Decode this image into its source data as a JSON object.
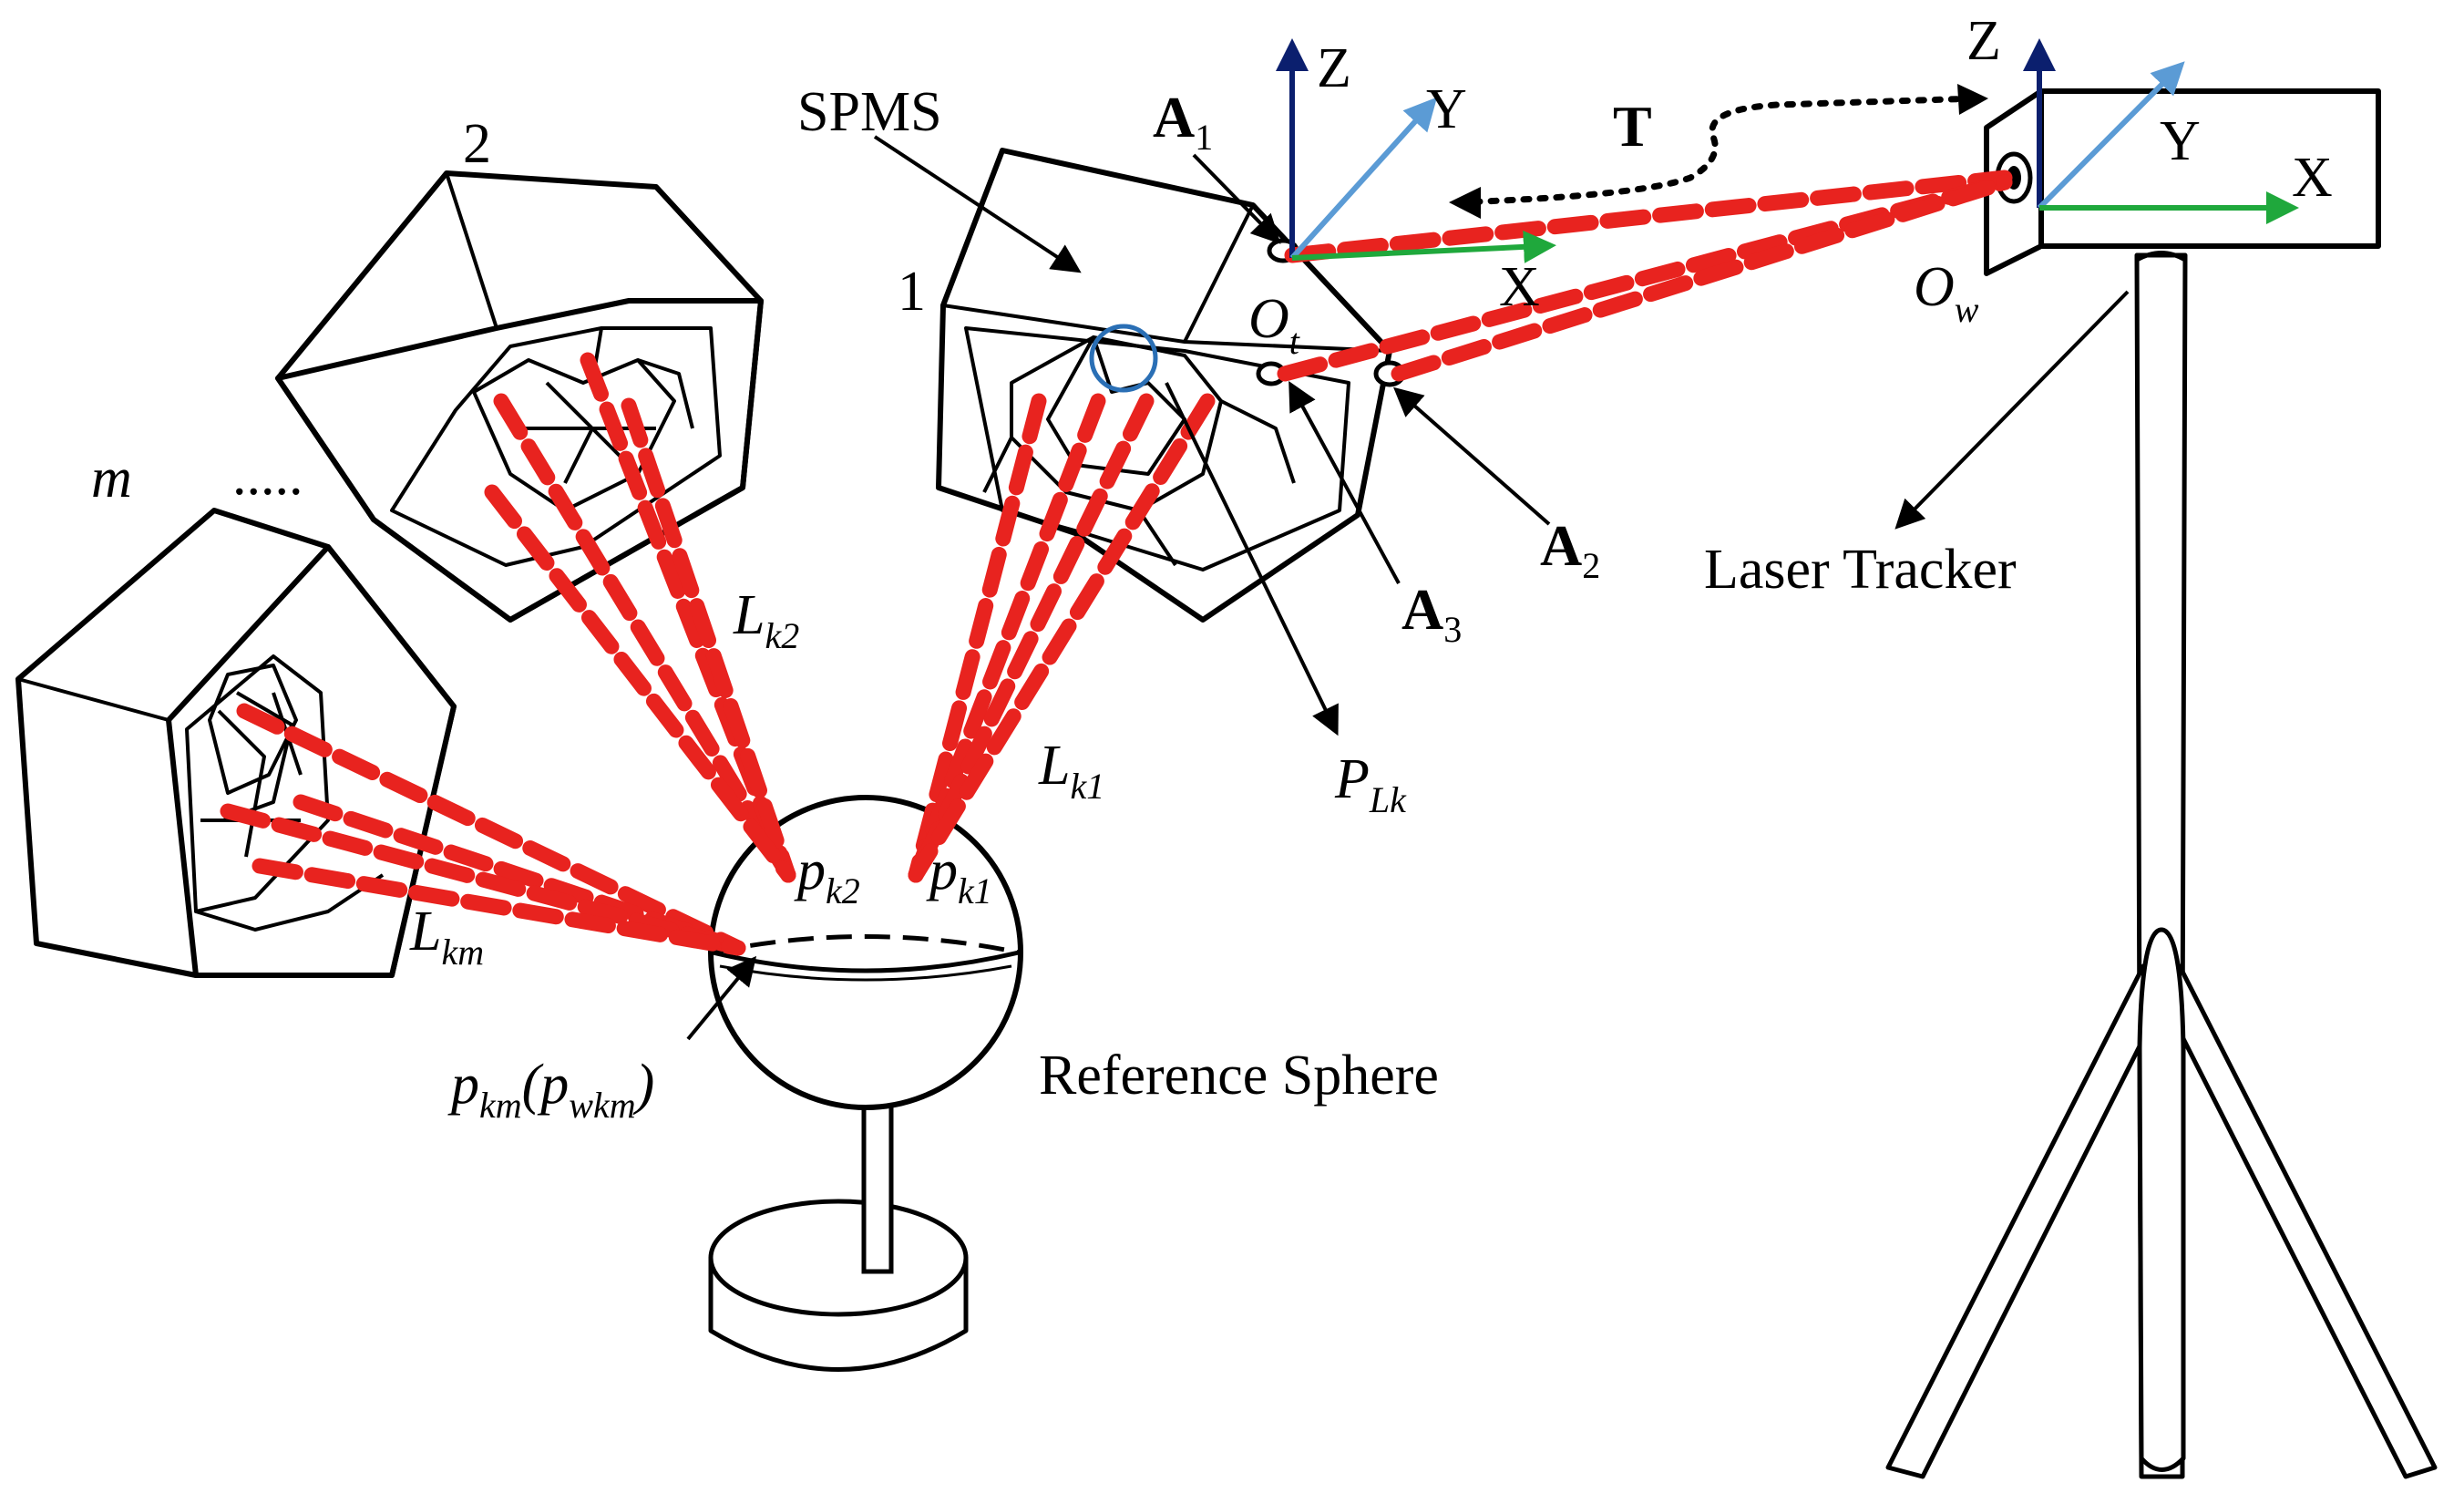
{
  "labels": {
    "spms": "SPMS",
    "unit1": "1",
    "unit2": "2",
    "unitm": "m",
    "dots": ".....",
    "transform": "T",
    "tracker": "Laser Tracker",
    "reference_sphere": "Reference Sphere",
    "target_axes": {
      "z": "Z",
      "y": "Y",
      "x": "X",
      "origin": "O",
      "origin_sub": "t"
    },
    "world_axes": {
      "z": "Z",
      "y": "Y",
      "x": "X",
      "origin": "O",
      "origin_sub": "w"
    },
    "a1": {
      "base": "A",
      "sub": "1"
    },
    "a2": {
      "base": "A",
      "sub": "2"
    },
    "a3": {
      "base": "A",
      "sub": "3"
    },
    "plk": {
      "base": "P",
      "sub": "Lk"
    },
    "lk1": {
      "base": "L",
      "sub": "k1"
    },
    "lk2": {
      "base": "L",
      "sub": "k2"
    },
    "lkm": {
      "base": "L",
      "sub": "km"
    },
    "pk1": {
      "base": "p",
      "sub": "k1"
    },
    "pk2": {
      "base": "p",
      "sub": "k2"
    },
    "pkm": {
      "base": "p",
      "sub": "km",
      "paren_base": "(p",
      "paren_sub": "wkm",
      "close": ")"
    }
  },
  "colors": {
    "beam": "#e8231f",
    "z_axis": "#0b1f6e",
    "y_axis": "#5b9bd5",
    "x_axis": "#1fa83c",
    "highlight_circle": "#2a6fb5"
  }
}
